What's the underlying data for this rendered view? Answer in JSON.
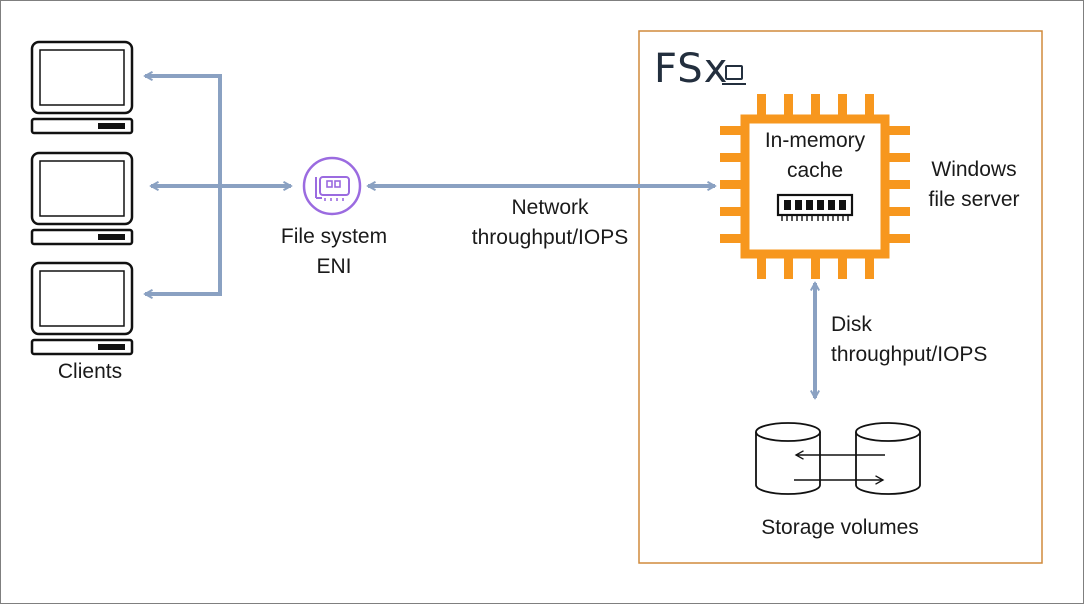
{
  "labels": {
    "clients": "Clients",
    "eni_line1": "File system",
    "eni_line2": "ENI",
    "network_line1": "Network",
    "network_line2": "throughput/IOPS",
    "cache_line1": "In-memory",
    "cache_line2": "cache",
    "server_line1": "Windows",
    "server_line2": "file server",
    "disk_line1": "Disk",
    "disk_line2": "throughput/IOPS",
    "storage": "Storage volumes"
  },
  "logo": {
    "text": "FSx"
  },
  "icons": {
    "client": "desktop-computer-icon",
    "eni": "network-interface-icon",
    "cpu": "processor-chip-icon",
    "memory": "memory-module-icon",
    "storage": "database-cylinder-icon",
    "logo": "fsx-logo"
  },
  "colors": {
    "border": "#7f7f7f",
    "fsx_border": "#d08a3c",
    "connector": "#8aa1c2",
    "chip": "#f7971e",
    "eni": "#9b6be0",
    "text": "#1a1a1a"
  }
}
